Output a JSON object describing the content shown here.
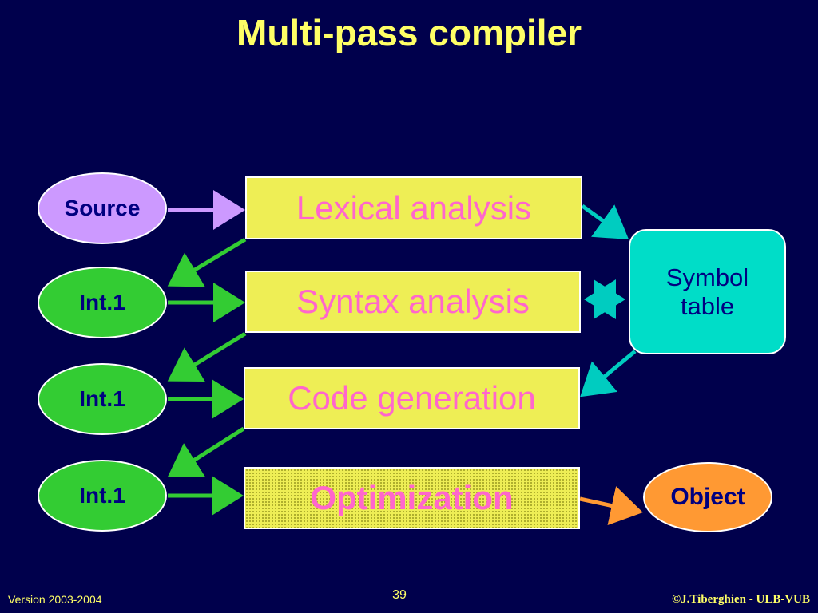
{
  "title": "Multi-pass compiler",
  "nodes": {
    "source": "Source",
    "int1_a": "Int.1",
    "int1_b": "Int.1",
    "int1_c": "Int.1",
    "object": "Object",
    "symbol_table_line1": "Symbol",
    "symbol_table_line2": "table"
  },
  "passes": {
    "lexical": "Lexical analysis",
    "syntax": "Syntax analysis",
    "codegen": "Code generation",
    "optimization": "Optimization"
  },
  "footer": {
    "version": "Version 2003-2004",
    "page": "39",
    "copyright": "©J.Tiberghien - ULB-VUB"
  },
  "colors": {
    "background": "#00004c",
    "title": "#ffff66",
    "pass_box": "#eeee55",
    "pass_text": "#ff66cc",
    "source_oval": "#cc99ff",
    "int_oval": "#33cc33",
    "object_oval": "#ff9933",
    "symbol_table": "#00ddc8",
    "arrow_green": "#33cc33",
    "arrow_cyan": "#00ccc0",
    "arrow_violet": "#cc99ff",
    "arrow_orange": "#ff9933"
  }
}
